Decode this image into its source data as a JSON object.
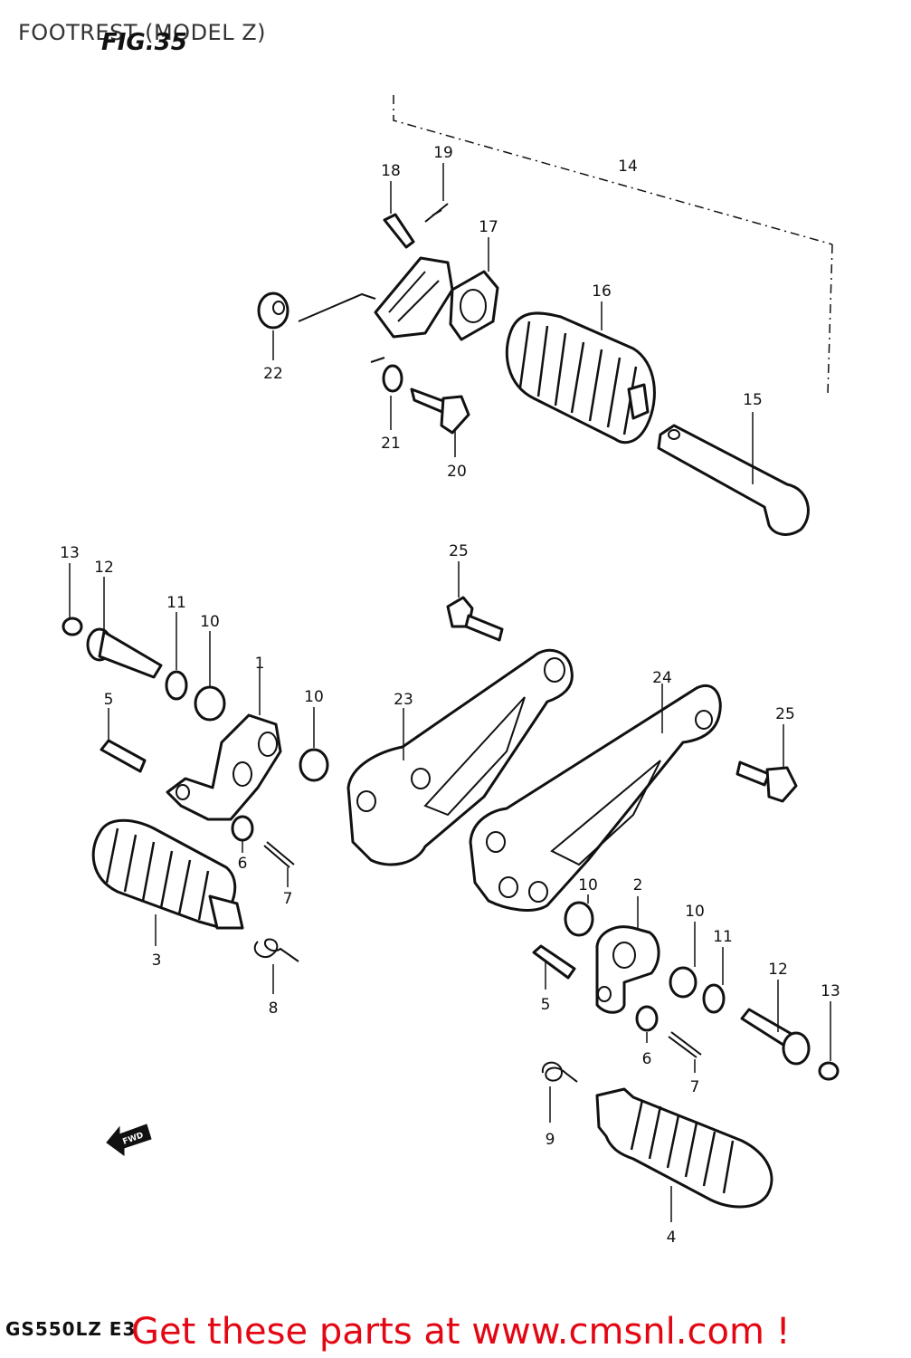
{
  "header": {
    "title": "FOOTREST (MODEL Z)",
    "fig_label": "FIG.35"
  },
  "diagram": {
    "callouts": [
      "1",
      "2",
      "3",
      "4",
      "5",
      "6",
      "7",
      "8",
      "9",
      "10",
      "11",
      "12",
      "13",
      "14",
      "15",
      "16",
      "17",
      "18",
      "19",
      "20",
      "21",
      "22",
      "23",
      "24",
      "25"
    ],
    "direction_arrow_text": "FWD"
  },
  "footer": {
    "model_code": "GS550LZ E3",
    "cta_text": "Get these parts at www.cmsnl.com !"
  },
  "colors": {
    "cta": "#e30613",
    "line": "#111111"
  }
}
